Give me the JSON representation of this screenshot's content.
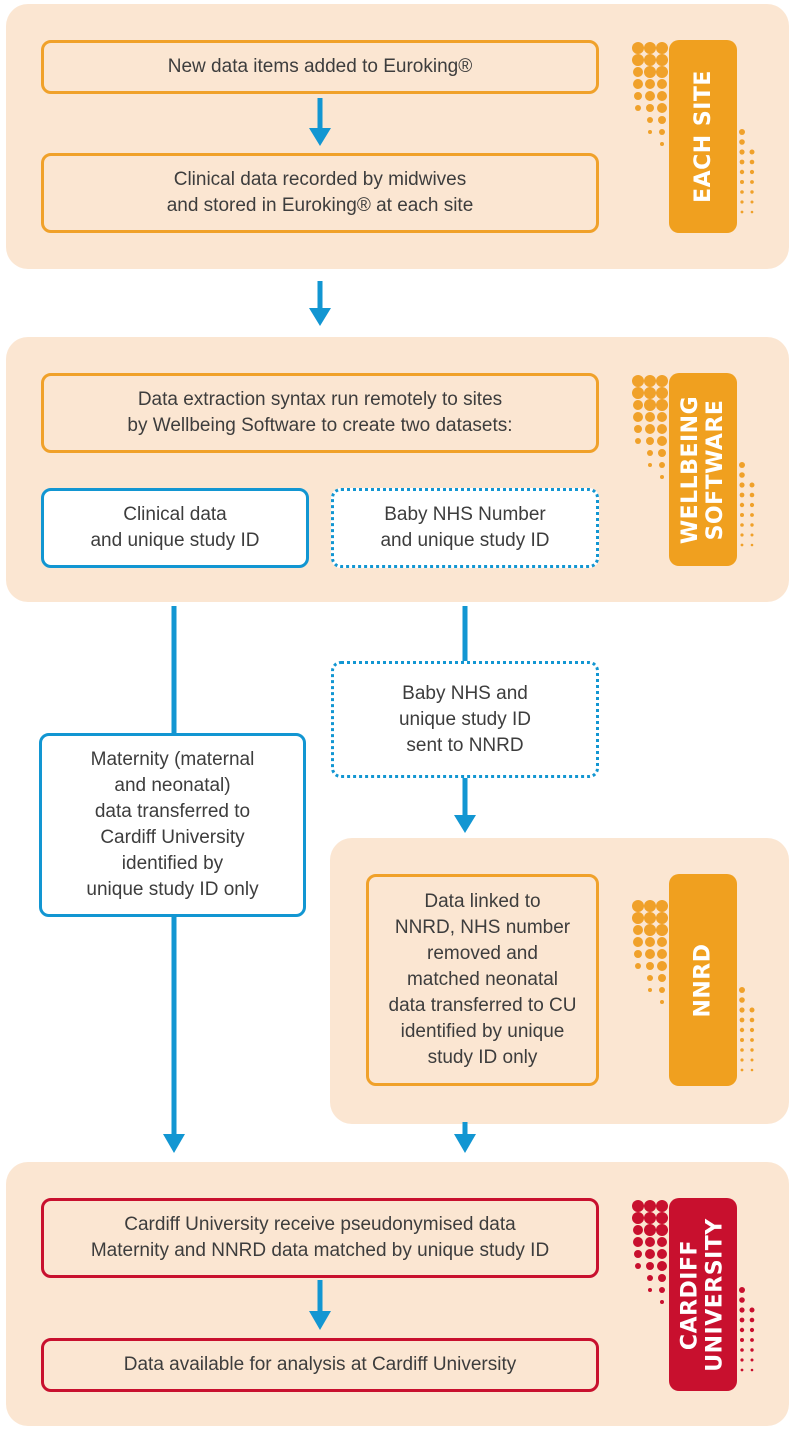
{
  "colors": {
    "panel_bg": "#fbe6d2",
    "orange": "#f0a12a",
    "blue": "#1296d2",
    "red": "#c8102e",
    "text": "#3d3d3d"
  },
  "sections": {
    "each_site": {
      "label": "EACH SITE",
      "step1": "New data items added to Euroking®",
      "step2": "Clinical data recorded by midwives\nand stored in Euroking® at each site"
    },
    "wellbeing": {
      "label": "WELLBEING\nSOFTWARE",
      "step1": "Data extraction syntax run remotely to sites\nby Wellbeing Software to create two datasets:",
      "clinical": "Clinical data\nand unique study ID",
      "baby_nhs": "Baby NHS Number\nand unique study ID"
    },
    "transfer": {
      "sent_to_nnrd": "Baby NHS and\nunique study ID\nsent to NNRD",
      "maternity": "Maternity (maternal\nand neonatal)\ndata transferred to\nCardiff University\nidentified by\nunique study ID only"
    },
    "nnrd": {
      "label": "NNRD",
      "step1": "Data linked to\nNNRD, NHS number\nremoved and\nmatched neonatal\ndata transferred to CU\nidentified by unique\nstudy ID only"
    },
    "cardiff": {
      "label": "CARDIFF\nUNIVERSITY",
      "step1": "Cardiff University receive pseudonymised data\nMaternity and NNRD data matched by unique study ID",
      "step2": "Data available for analysis at Cardiff University"
    }
  }
}
